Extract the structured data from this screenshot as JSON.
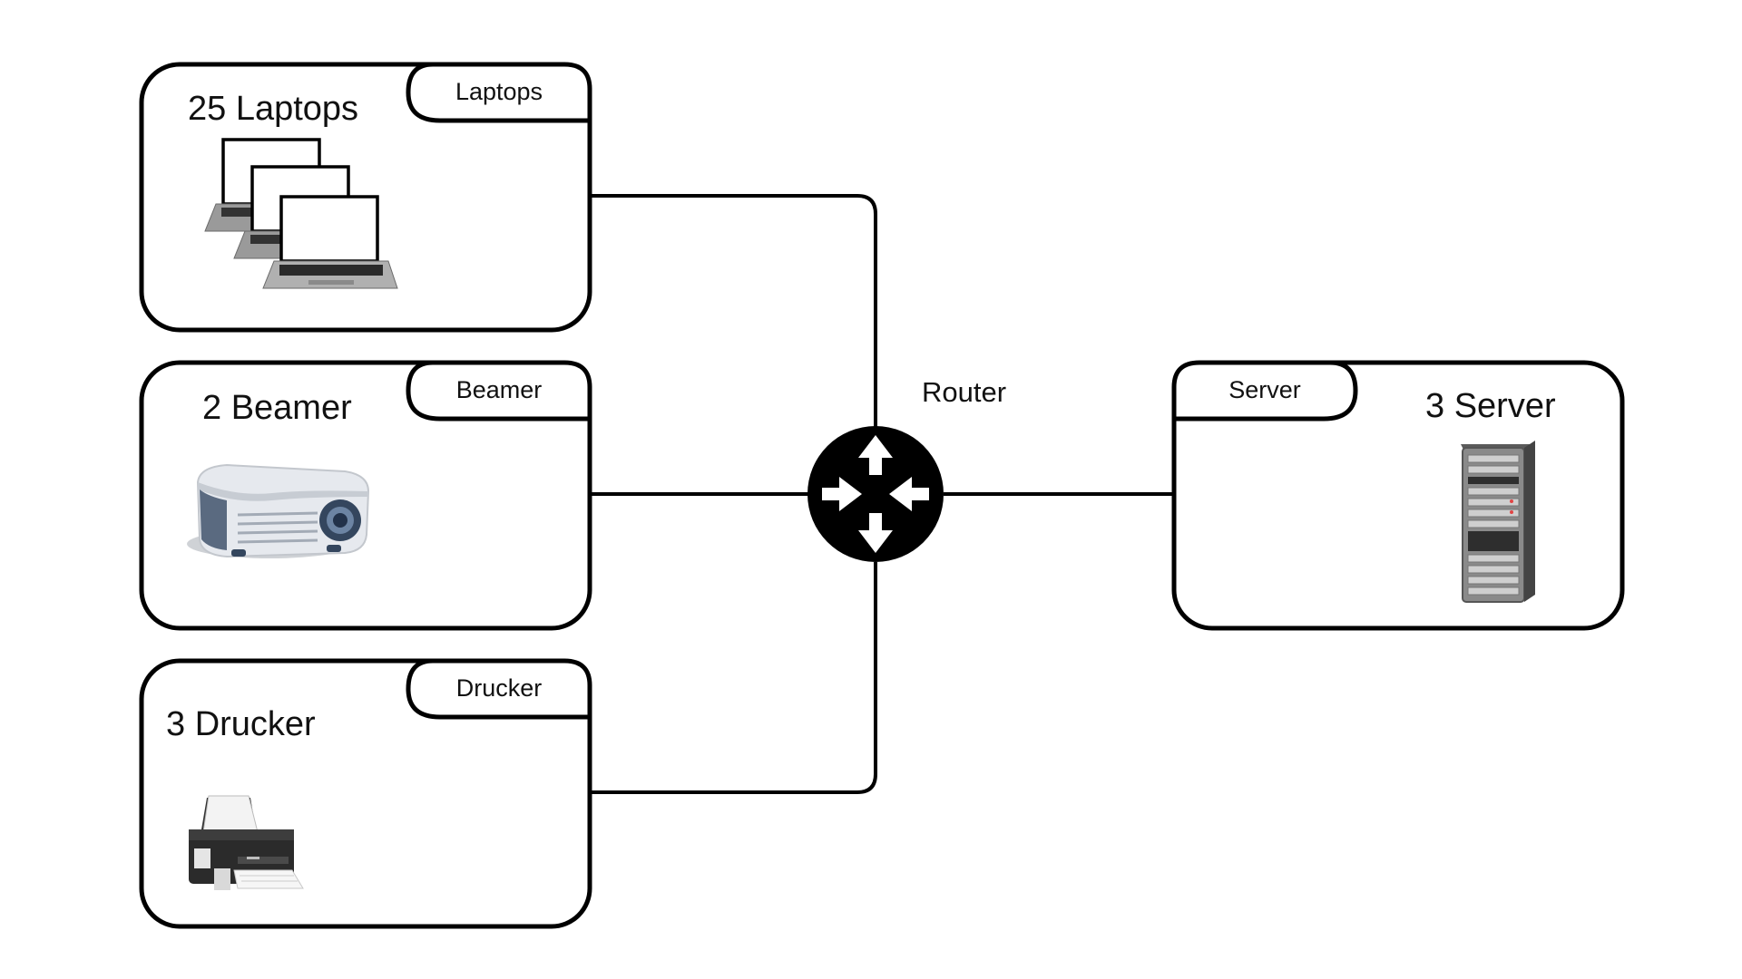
{
  "router": {
    "label": "Router",
    "icon": "router-icon"
  },
  "groups": {
    "laptops": {
      "tab_label": "Laptops",
      "title": "25 Laptops",
      "icon": "laptop-icon"
    },
    "beamer": {
      "tab_label": "Beamer",
      "title": "2 Beamer",
      "icon": "projector-icon"
    },
    "drucker": {
      "tab_label": "Drucker",
      "title": "3 Drucker",
      "icon": "printer-icon"
    },
    "server": {
      "tab_label": "Server",
      "title": "3 Server",
      "icon": "server-rack-icon"
    }
  },
  "colors": {
    "line": "#000000",
    "background": "#ffffff",
    "projector_body": "#e6e9ee",
    "projector_lens": "#34465e",
    "printer_body": "#2b2b2b",
    "server_body": "#8a8a8a"
  }
}
